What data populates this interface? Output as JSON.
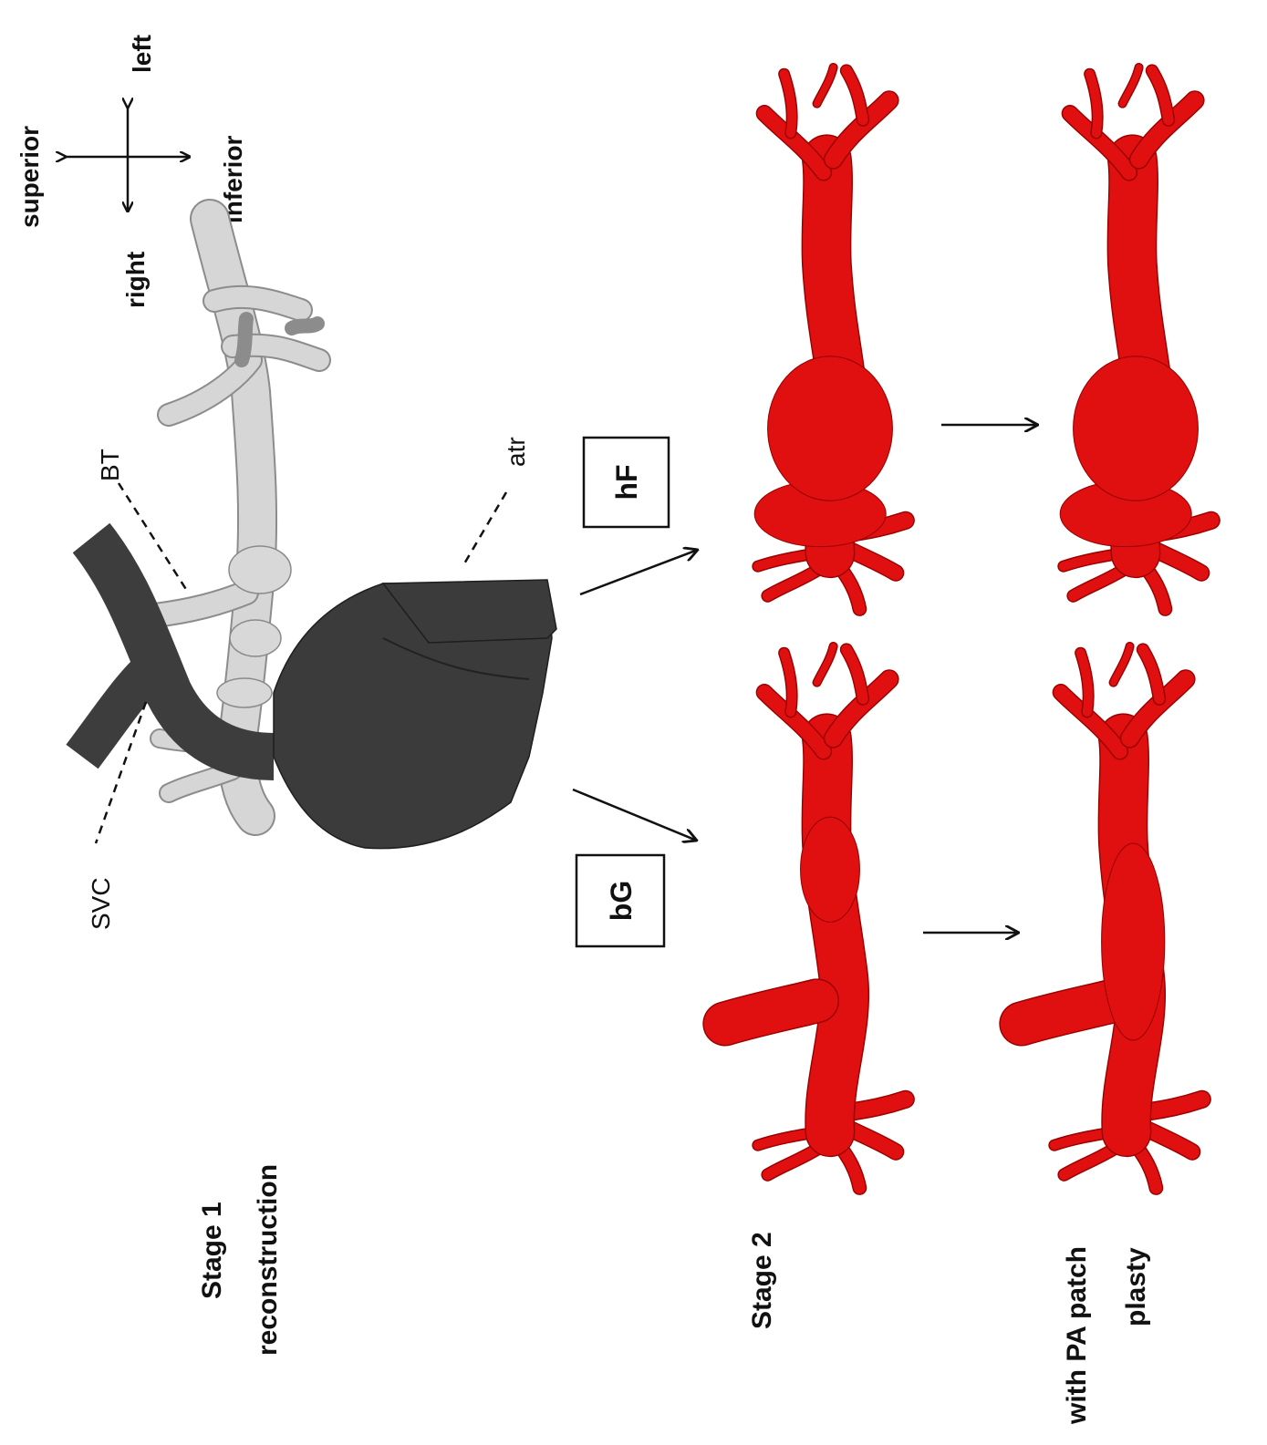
{
  "orientation": {
    "superior": "superior",
    "inferior": "inferior",
    "left": "left",
    "right": "right"
  },
  "annotations": {
    "bt": "BT",
    "svc": "SVC",
    "atr": "atr"
  },
  "boxes": {
    "hf": "hF",
    "bg": "bG"
  },
  "stage1": {
    "line1": "Stage 1",
    "line2": "reconstruction"
  },
  "stage2": {
    "label": "Stage 2"
  },
  "patch": {
    "line1": "with PA patch",
    "line2": "plasty"
  },
  "colors": {
    "model_red": "#e01010",
    "stage1_light": "#d8d8d8",
    "stage1_dark": "#3b3b3b"
  }
}
